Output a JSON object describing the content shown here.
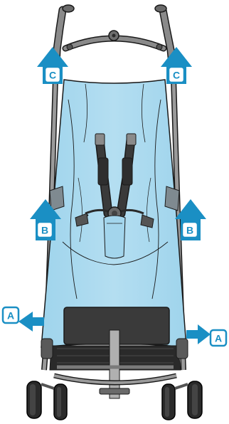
{
  "colors": {
    "fabric": "#aedcf0",
    "fabric_shadow": "#8cc9e4",
    "outline": "#1a1a1a",
    "frame": "#7d7d7d",
    "frame_dark": "#555555",
    "seat_board": "#3a3a3a",
    "harness": "#333333",
    "arrow_blue": "#1a8fc4",
    "label_fill": "#ffffff"
  },
  "markers": {
    "a_left": "A",
    "a_right": "A",
    "b_left": "B",
    "b_right": "B",
    "c_left": "C",
    "c_right": "C"
  },
  "icons": {
    "stroller": "stroller-seat-icon",
    "arrow": "arrow-icon"
  }
}
